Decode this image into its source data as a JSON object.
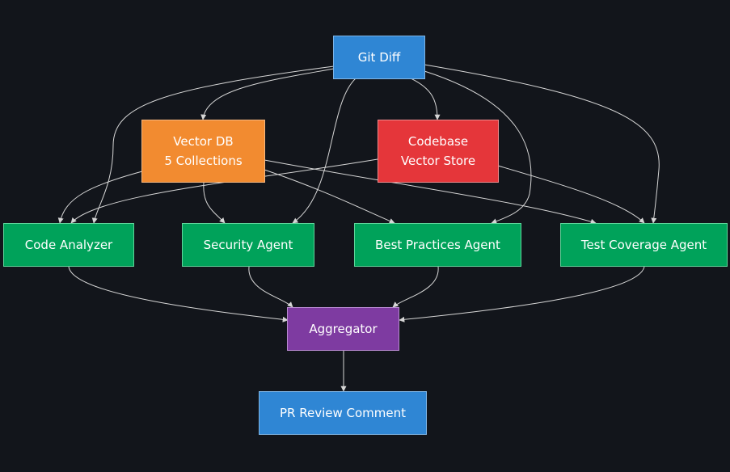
{
  "nodes": {
    "git_diff": {
      "label": "Git Diff"
    },
    "vector_db": {
      "line1": "Vector DB",
      "line2": "5 Collections"
    },
    "codebase": {
      "line1": "Codebase",
      "line2": "Vector Store"
    },
    "code_analyzer": {
      "label": "Code Analyzer"
    },
    "security_agent": {
      "label": "Security Agent"
    },
    "best_practices": {
      "label": "Best Practices Agent"
    },
    "test_coverage": {
      "label": "Test Coverage Agent"
    },
    "aggregator": {
      "label": "Aggregator"
    },
    "pr_review": {
      "label": "PR Review Comment"
    }
  },
  "colors": {
    "background": "#12151b",
    "edge": "#d6d6d6",
    "input": "#2f86d4",
    "vector_db": "#f28b30",
    "codebase": "#e5363a",
    "agent": "#00a25a",
    "aggregator": "#7e3ba1",
    "output": "#2f86d4"
  }
}
